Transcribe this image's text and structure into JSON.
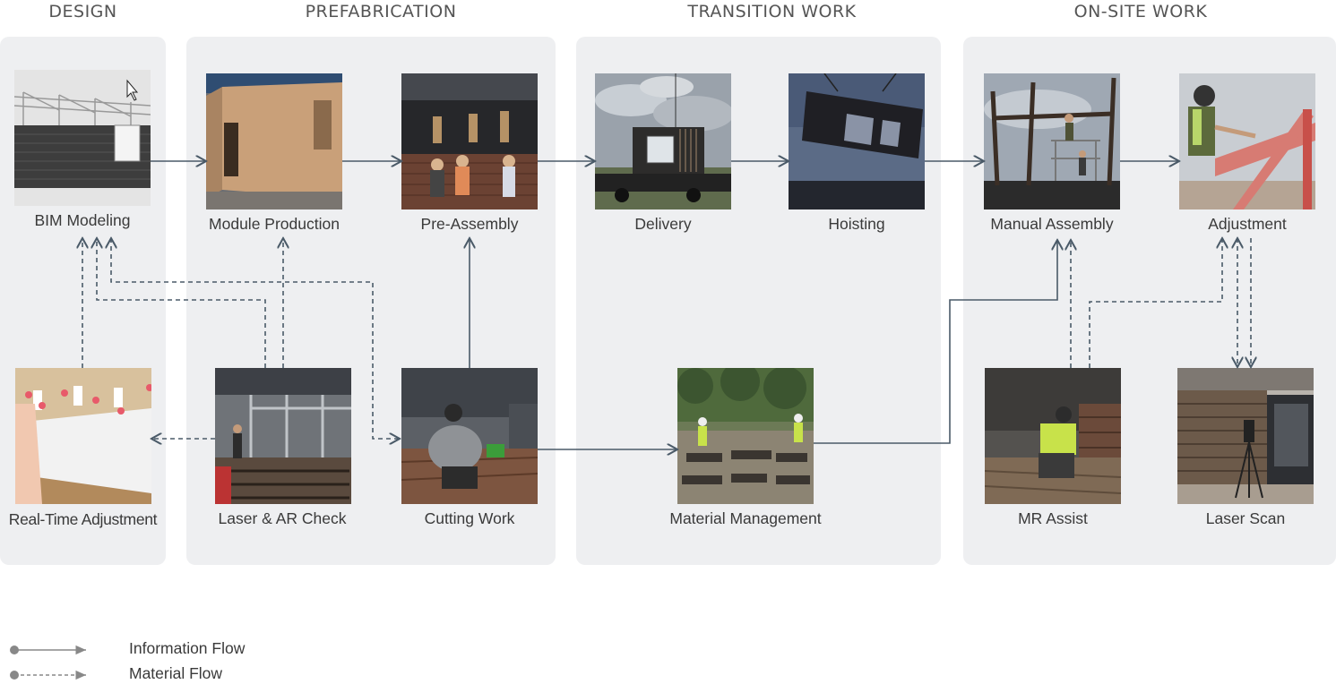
{
  "stages": {
    "design": "DESIGN",
    "prefabrication": "PREFABRICATION",
    "transition": "TRANSITION WORK",
    "onsite": "ON-SITE WORK"
  },
  "steps": {
    "bim_modeling": "BIM Modeling",
    "module_production": "Module Production",
    "pre_assembly": "Pre-Assembly",
    "delivery": "Delivery",
    "hoisting": "Hoisting",
    "manual_assembly": "Manual Assembly",
    "adjustment": "Adjustment",
    "real_time_adjustment": "Real-Time Adjustment",
    "laser_ar_check": "Laser & AR Check",
    "cutting_work": "Cutting Work",
    "material_management": "Material Management",
    "mr_assist": "MR Assist",
    "laser_scan": "Laser Scan"
  },
  "legend": {
    "information_flow": "Information Flow",
    "material_flow": "Material Flow"
  },
  "colors": {
    "panel": "#eeeff1",
    "arrow": "#4a5a68",
    "legend_line": "#888888"
  }
}
